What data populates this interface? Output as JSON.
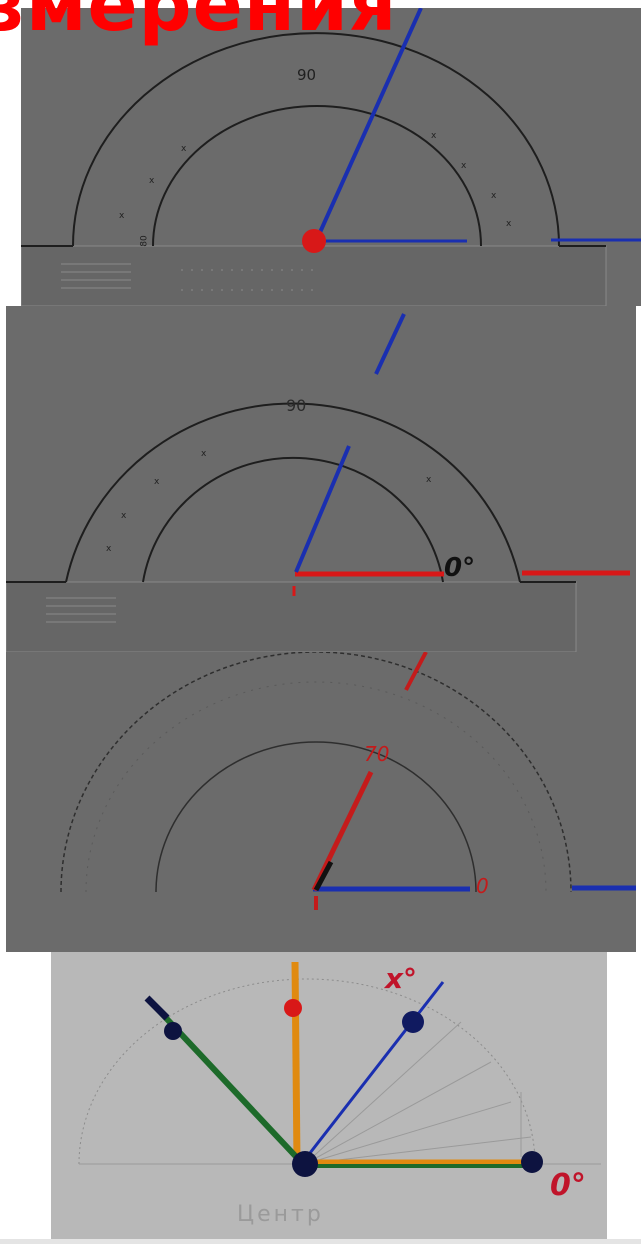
{
  "title": "змерения",
  "colors": {
    "title": "#ff0000",
    "panel_dark": "#6b6b6b",
    "panel_light": "#b8b8b8",
    "blue": "#1a2fb0",
    "red": "#d81818",
    "orange": "#e08a10",
    "green": "#1d6a2a",
    "navy": "#0d1340"
  },
  "panels": [
    {
      "scale_labels": [
        "90",
        "80"
      ]
    },
    {
      "scale_labels": [
        "90"
      ],
      "zero_label": "0°"
    },
    {
      "angle_label": "70",
      "zero_label": "0"
    },
    {
      "x_label": "x°",
      "zero_label": "0°",
      "center_caption": "Центр"
    }
  ]
}
